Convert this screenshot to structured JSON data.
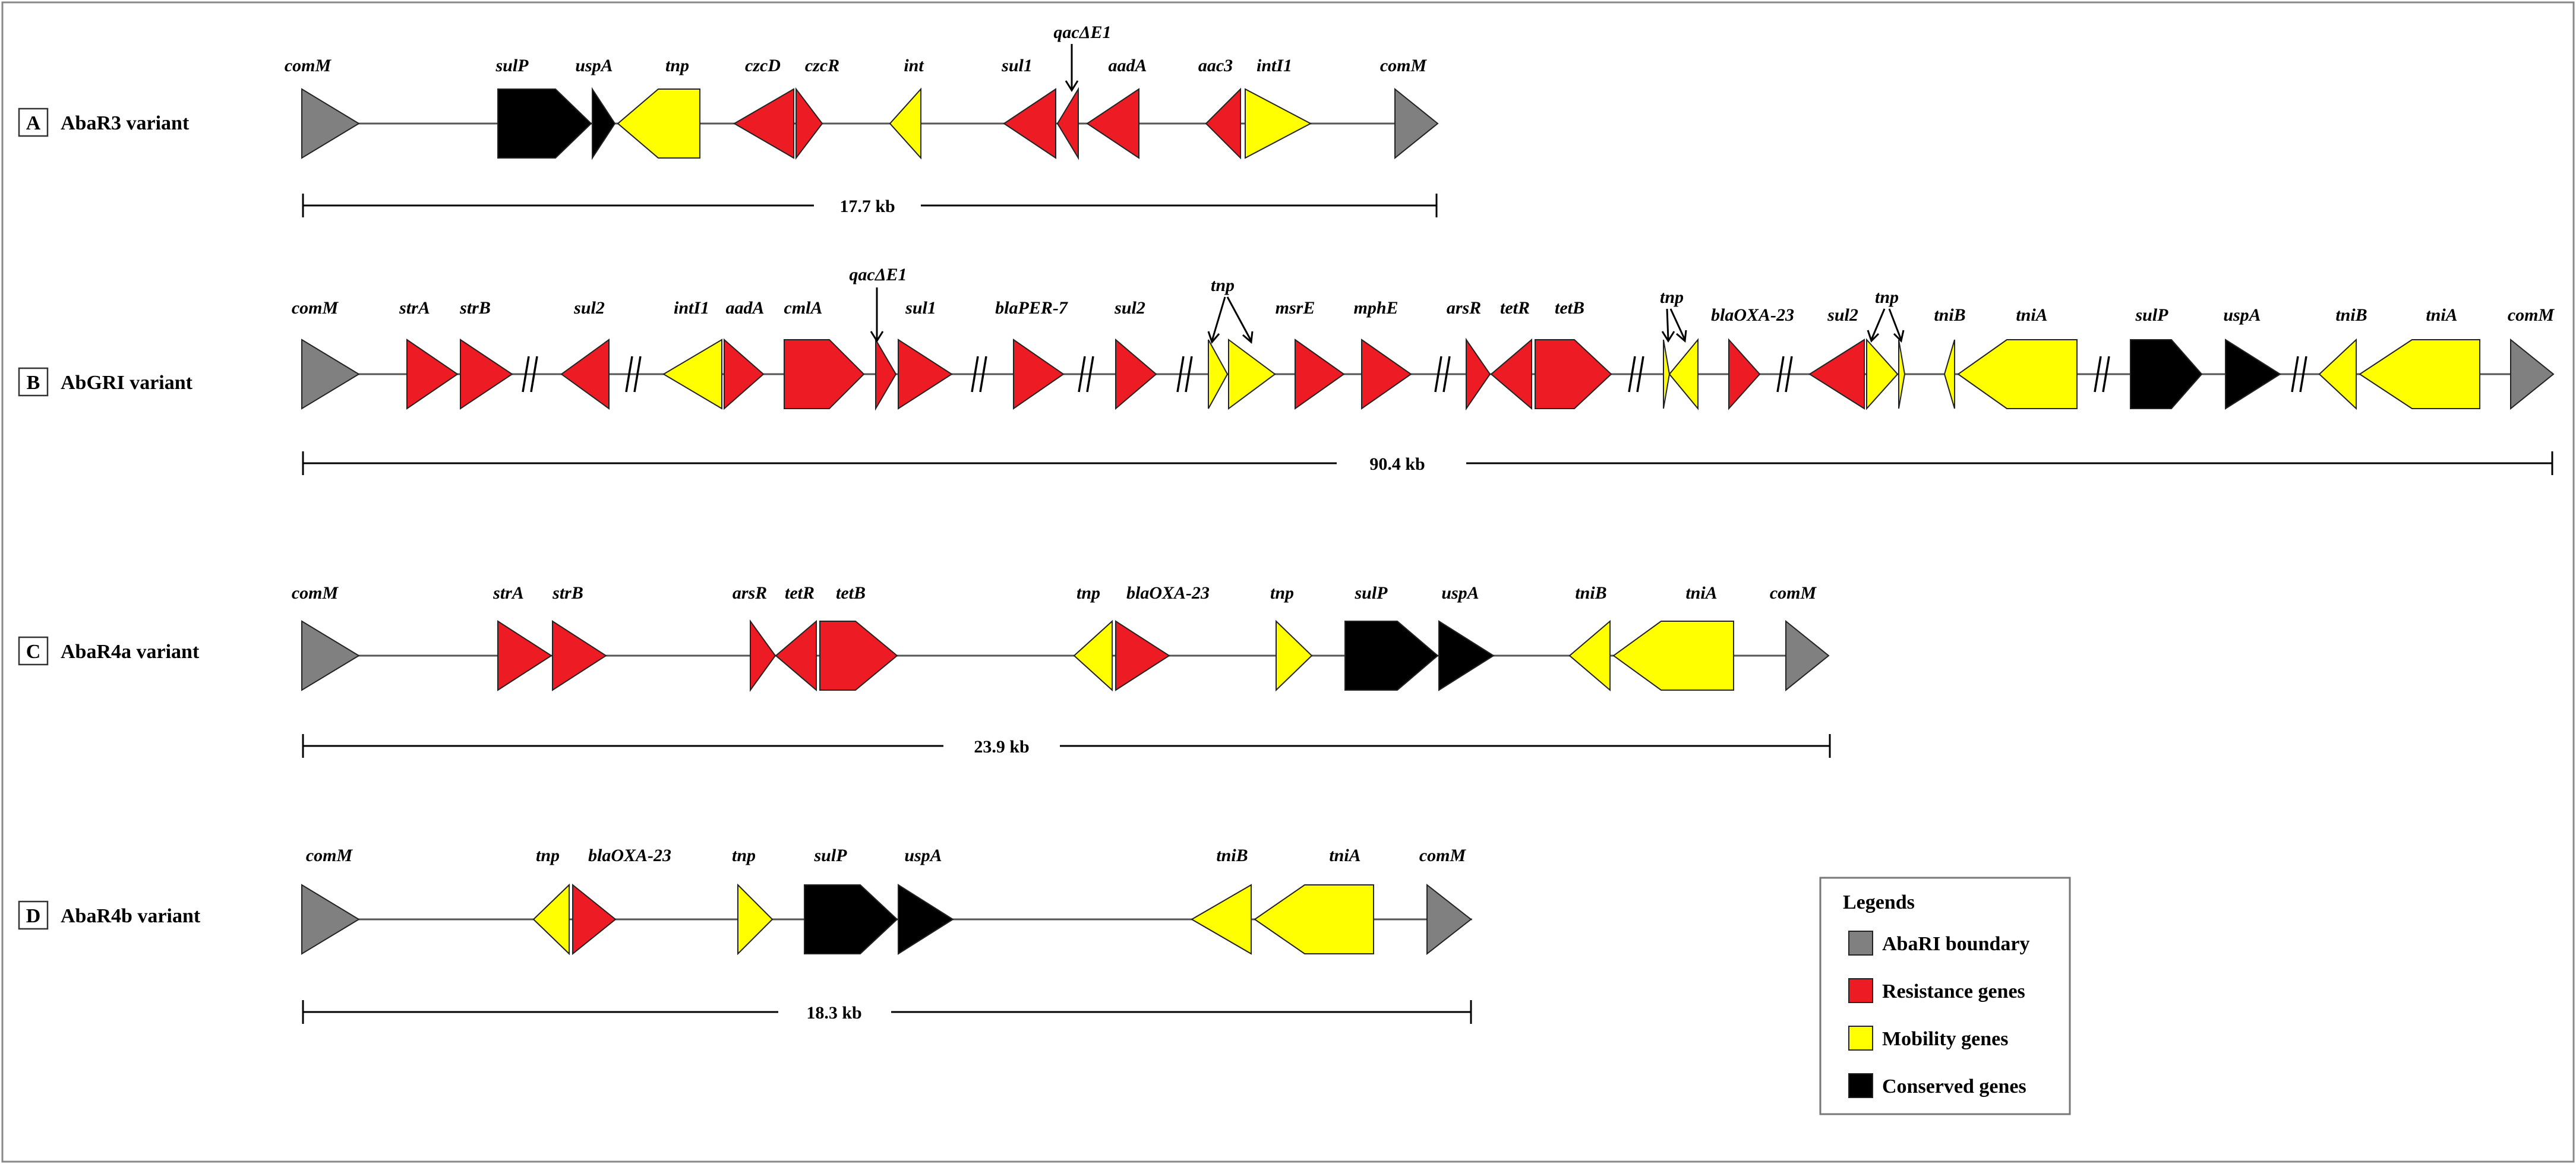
{
  "colors": {
    "boundary": "#808080",
    "resistance": "#ed1c24",
    "mobility": "#ffff00",
    "conserved": "#000000",
    "outline": "#222222",
    "backbone": "#555555",
    "frame": "#888888"
  },
  "legend": {
    "title": "Legends",
    "items": [
      {
        "category": "boundary",
        "label": "AbaRI boundary"
      },
      {
        "category": "resistance",
        "label": "Resistance genes"
      },
      {
        "category": "mobility",
        "label": "Mobility genes"
      },
      {
        "category": "conserved",
        "label": "Conserved genes"
      }
    ]
  },
  "panels": [
    {
      "letter": "A",
      "title": "AbaR3 variant",
      "scale_label": "17.7 kb",
      "genes": [
        {
          "label": "comM",
          "category": "boundary"
        },
        {
          "label": "sulP",
          "category": "conserved"
        },
        {
          "label": "uspA",
          "category": "conserved"
        },
        {
          "label": "tnp",
          "category": "mobility"
        },
        {
          "label": "czcD",
          "category": "resistance"
        },
        {
          "label": "czcR",
          "category": "resistance"
        },
        {
          "label": "int",
          "category": "mobility"
        },
        {
          "label": "sul1",
          "category": "resistance"
        },
        {
          "label": "qacΔE1",
          "category": "resistance"
        },
        {
          "label": "aadA",
          "category": "resistance"
        },
        {
          "label": "aac3",
          "category": "resistance"
        },
        {
          "label": "intI1",
          "category": "mobility"
        },
        {
          "label": "comM",
          "category": "boundary"
        }
      ]
    },
    {
      "letter": "B",
      "title": "AbGRI variant",
      "scale_label": "90.4 kb",
      "genes": [
        {
          "label": "comM",
          "category": "boundary"
        },
        {
          "label": "strA",
          "category": "resistance"
        },
        {
          "label": "strB",
          "category": "resistance"
        },
        {
          "label": "sul2",
          "category": "resistance"
        },
        {
          "label": "intI1",
          "category": "mobility"
        },
        {
          "label": "aadA",
          "category": "resistance"
        },
        {
          "label": "cmlA",
          "category": "resistance"
        },
        {
          "label": "qacΔE1",
          "category": "resistance"
        },
        {
          "label": "sul1",
          "category": "resistance"
        },
        {
          "label": "blaPER-7",
          "category": "resistance"
        },
        {
          "label": "sul2",
          "category": "resistance"
        },
        {
          "label": "tnp",
          "category": "mobility"
        },
        {
          "label": "msrE",
          "category": "resistance"
        },
        {
          "label": "mphE",
          "category": "resistance"
        },
        {
          "label": "arsR",
          "category": "resistance"
        },
        {
          "label": "tetR",
          "category": "resistance"
        },
        {
          "label": "tetB",
          "category": "resistance"
        },
        {
          "label": "tnp",
          "category": "mobility"
        },
        {
          "label": "blaOXA-23",
          "category": "resistance"
        },
        {
          "label": "sul2",
          "category": "resistance"
        },
        {
          "label": "tnp",
          "category": "mobility"
        },
        {
          "label": "tniB",
          "category": "mobility"
        },
        {
          "label": "tniA",
          "category": "mobility"
        },
        {
          "label": "sulP",
          "category": "conserved"
        },
        {
          "label": "uspA",
          "category": "conserved"
        },
        {
          "label": "tniB",
          "category": "mobility"
        },
        {
          "label": "tniA",
          "category": "mobility"
        },
        {
          "label": "comM",
          "category": "boundary"
        }
      ]
    },
    {
      "letter": "C",
      "title": "AbaR4a variant",
      "scale_label": "23.9 kb",
      "genes": [
        {
          "label": "comM",
          "category": "boundary"
        },
        {
          "label": "strA",
          "category": "resistance"
        },
        {
          "label": "strB",
          "category": "resistance"
        },
        {
          "label": "arsR",
          "category": "resistance"
        },
        {
          "label": "tetR",
          "category": "resistance"
        },
        {
          "label": "tetB",
          "category": "resistance"
        },
        {
          "label": "tnp",
          "category": "mobility"
        },
        {
          "label": "blaOXA-23",
          "category": "resistance"
        },
        {
          "label": "tnp",
          "category": "mobility"
        },
        {
          "label": "sulP",
          "category": "conserved"
        },
        {
          "label": "uspA",
          "category": "conserved"
        },
        {
          "label": "tniB",
          "category": "mobility"
        },
        {
          "label": "tniA",
          "category": "mobility"
        },
        {
          "label": "comM",
          "category": "boundary"
        }
      ]
    },
    {
      "letter": "D",
      "title": "AbaR4b variant",
      "scale_label": "18.3 kb",
      "genes": [
        {
          "label": "comM",
          "category": "boundary"
        },
        {
          "label": "tnp",
          "category": "mobility"
        },
        {
          "label": "blaOXA-23",
          "category": "resistance"
        },
        {
          "label": "tnp",
          "category": "mobility"
        },
        {
          "label": "sulP",
          "category": "conserved"
        },
        {
          "label": "uspA",
          "category": "conserved"
        },
        {
          "label": "tniB",
          "category": "mobility"
        },
        {
          "label": "tniA",
          "category": "mobility"
        },
        {
          "label": "comM",
          "category": "boundary"
        }
      ]
    }
  ]
}
